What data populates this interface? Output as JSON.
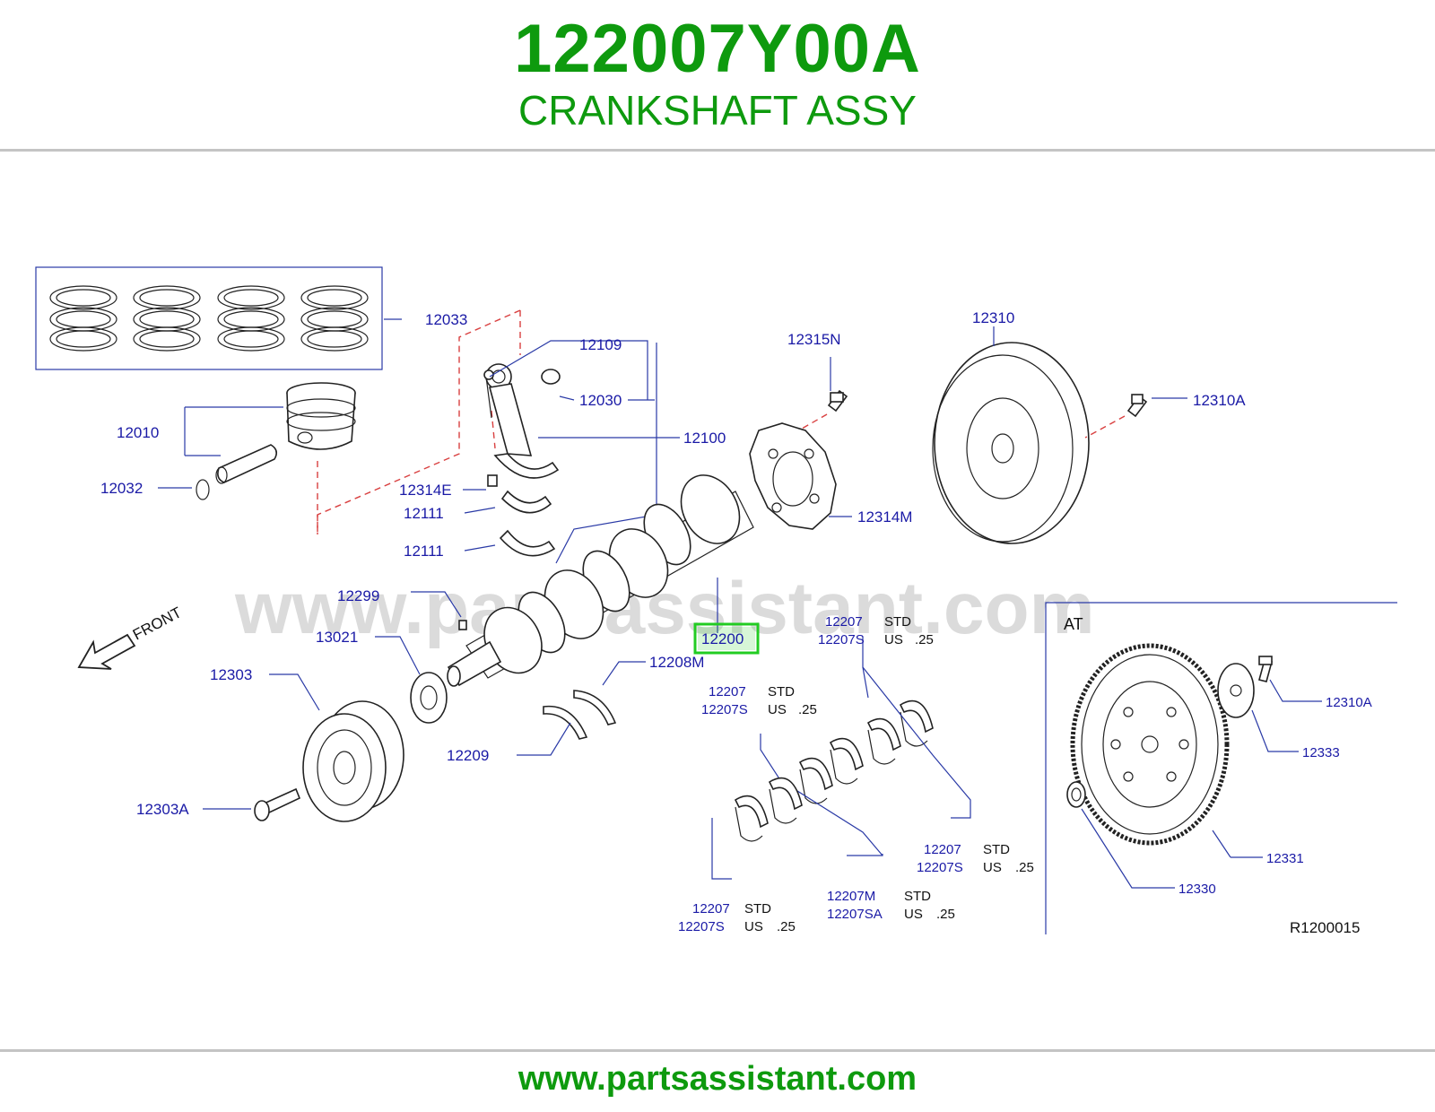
{
  "header": {
    "part_number": "122007Y00A",
    "part_name": "CRANKSHAFT ASSY"
  },
  "footer": {
    "url": "www.partsassistant.com"
  },
  "watermark": "www.partsassistant.com",
  "diagram": {
    "code": "R1200015",
    "section_at": "AT",
    "front_label": "FRONT",
    "highlight_color": "#22cc22",
    "labels": {
      "p12033": "12033",
      "p12109": "12109",
      "p12030": "12030",
      "p12100": "12100",
      "p12010": "12010",
      "p12032": "12032",
      "p12314E": "12314E",
      "p12111a": "12111",
      "p12111b": "12111",
      "p12315N": "12315N",
      "p12310": "12310",
      "p12310A": "12310A",
      "p12314M": "12314M",
      "p12299": "12299",
      "p13021": "13021",
      "p12303": "12303",
      "p12303A": "12303A",
      "p12200": "12200",
      "p12208M": "12208M",
      "p12209": "12209",
      "at12310A": "12310A",
      "at12333": "12333",
      "at12331": "12331",
      "at12330": "12330"
    },
    "bearing_groups": [
      {
        "a": "12207",
        "a_note": "STD",
        "b": "12207S",
        "b_note": "US",
        "b_val": ".25"
      },
      {
        "a": "12207",
        "a_note": "STD",
        "b": "12207S",
        "b_note": "US",
        "b_val": ".25"
      },
      {
        "a": "12207",
        "a_note": "STD",
        "b": "12207S",
        "b_note": "US",
        "b_val": ".25"
      },
      {
        "a": "12207",
        "a_note": "STD",
        "b": "12207S",
        "b_note": "US",
        "b_val": ".25"
      },
      {
        "a": "12207M",
        "a_note": "STD",
        "b": "12207SA",
        "b_note": "US",
        "b_val": ".25"
      }
    ]
  }
}
